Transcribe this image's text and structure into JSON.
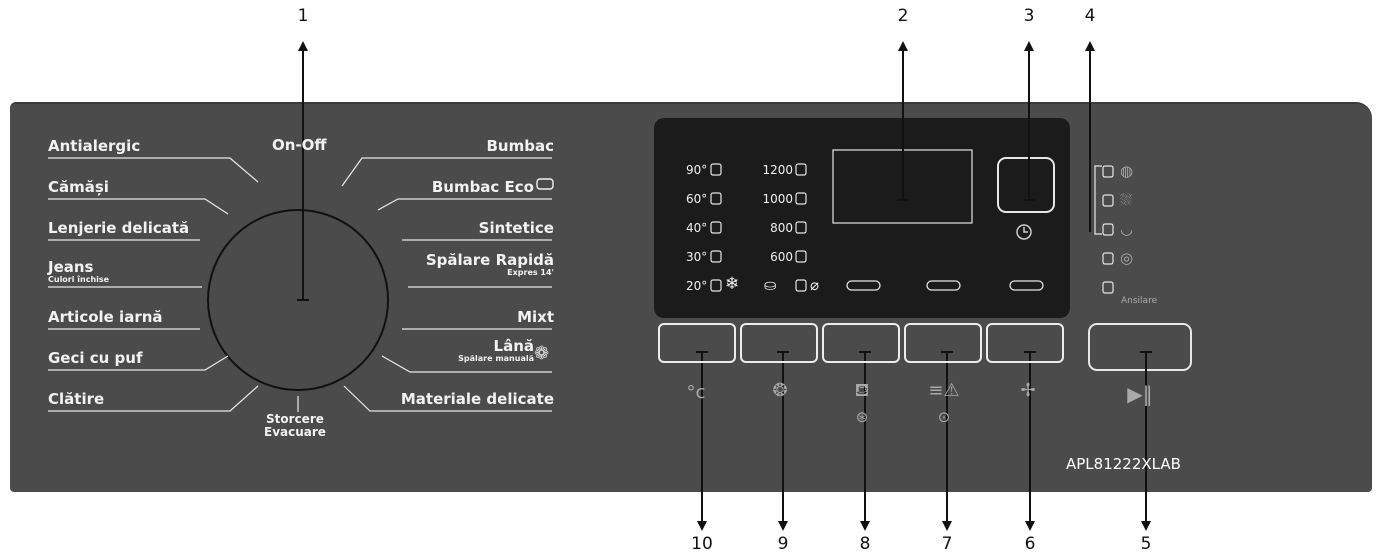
{
  "callouts": [
    "1",
    "2",
    "3",
    "4",
    "5",
    "6",
    "7",
    "8",
    "9",
    "10"
  ],
  "dial": {
    "top_label": "On-Off",
    "bottom_label_1": "Storcere",
    "bottom_label_2": "Evacuare"
  },
  "programs_left": [
    {
      "label": "Antialergic"
    },
    {
      "label": "Cămăși"
    },
    {
      "label": "Lenjerie delicată"
    },
    {
      "label": "Jeans",
      "sub": "Culori închise"
    },
    {
      "label": "Articole iarnă"
    },
    {
      "label": "Geci cu puf"
    },
    {
      "label": "Clătire"
    }
  ],
  "programs_right": [
    {
      "label": "Bumbac"
    },
    {
      "label": "Bumbac Eco"
    },
    {
      "label": "Sintetice"
    },
    {
      "label": "Spălare Rapidă",
      "sub": "Expres 14'"
    },
    {
      "label": "Mixt"
    },
    {
      "label": "Lână",
      "sub": "Spălare manuală"
    },
    {
      "label": "Materiale delicate"
    }
  ],
  "temperatures": [
    "90°",
    "60°",
    "40°",
    "30°",
    "20°"
  ],
  "spin_speeds": [
    "1200",
    "1000",
    "800",
    "600"
  ],
  "option_label": "Ansilare",
  "model": "APL81222XLAB",
  "colors": {
    "panel": "#4b4b4b",
    "text": "#f2f2f2",
    "icon": "#a9a9a9"
  },
  "icons": [
    "snowflake-icon",
    "no-spin-icon",
    "clock-icon",
    "stain-icon",
    "prewash-icon",
    "rinse-icon",
    "intensive-icon",
    "delay-icon",
    "temperature-icon",
    "spin-icon",
    "soak-icon",
    "steam-icon",
    "quick-icon",
    "play-pause-icon",
    "wool-icon",
    "eco-icon"
  ]
}
